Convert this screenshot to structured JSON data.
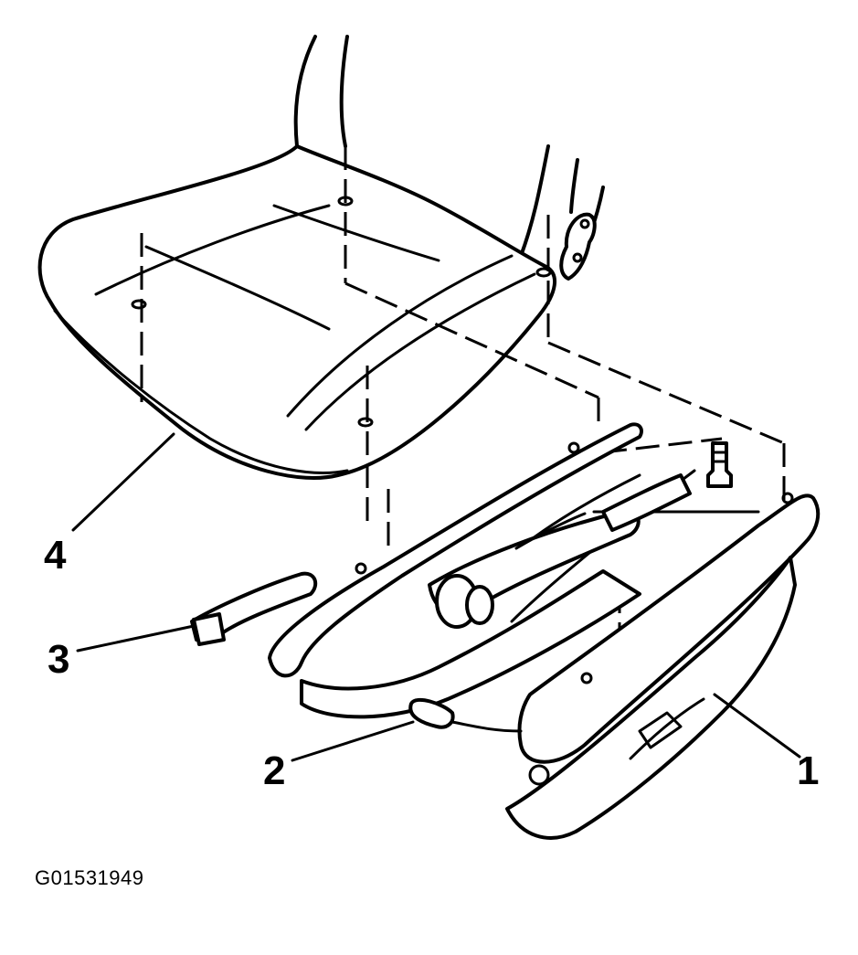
{
  "figure": {
    "id": "G01531949",
    "callouts": [
      {
        "label": "1",
        "part": "seat-adjuster-track"
      },
      {
        "label": "2",
        "part": "power-adjuster-switch"
      },
      {
        "label": "3",
        "part": "recliner-handle"
      },
      {
        "label": "4",
        "part": "seat-cushion"
      }
    ]
  }
}
